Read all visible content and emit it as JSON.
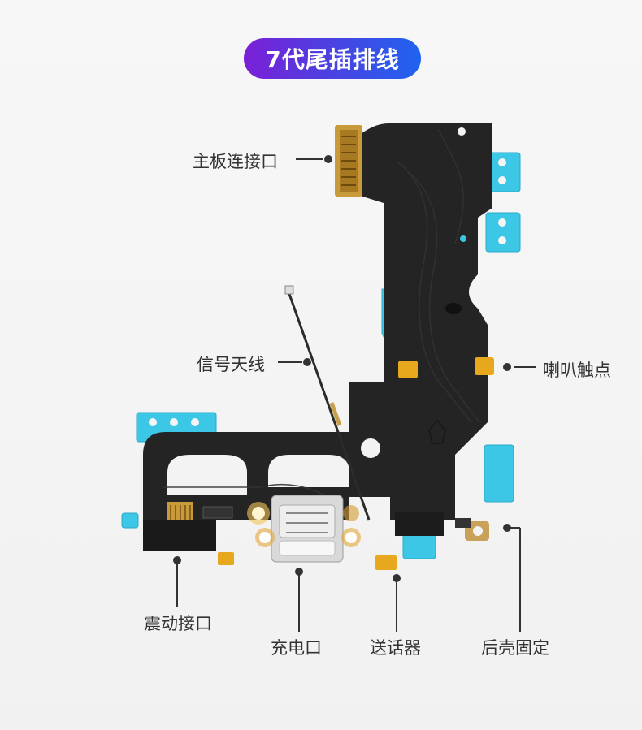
{
  "title": "7代尾插排线",
  "labels": {
    "mainboard": "主板连接口",
    "antenna": "信号天线",
    "speaker": "喇叭触点",
    "vibration": "震动接口",
    "charging": "充电口",
    "microphone": "送话器",
    "rear_shell": "后壳固定"
  },
  "colors": {
    "title_gradient_start": "#7b1fd6",
    "title_gradient_end": "#1f63f0",
    "flex_cable": "#262626",
    "adhesive_tab": "#39c6e4",
    "contact_gold": "#e0a321",
    "label_text": "#333333"
  }
}
